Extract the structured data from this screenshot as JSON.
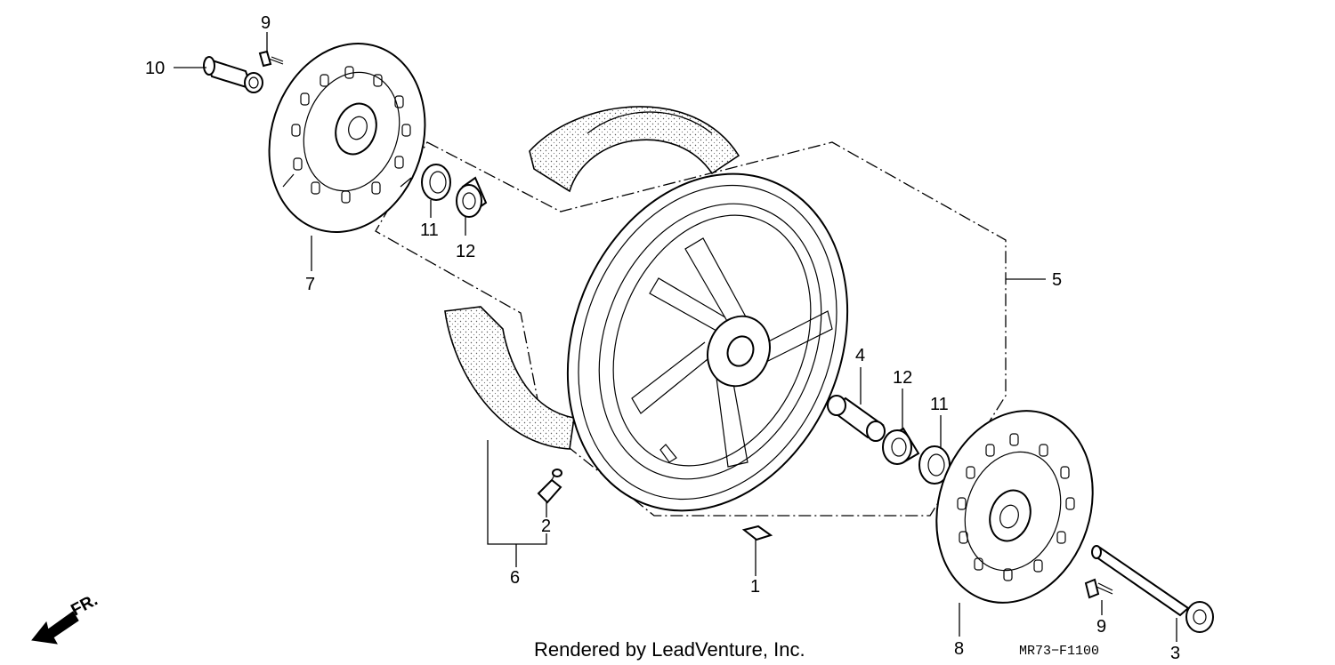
{
  "diagram": {
    "credit": "Rendered by LeadVenture, Inc.",
    "diagram_code": "MR73−F1100",
    "direction_label": "FR.",
    "direction_icon": "arrow-front-icon",
    "callouts": {
      "c1": "1",
      "c2": "2",
      "c3": "3",
      "c4": "4",
      "c5": "5",
      "c6": "6",
      "c7": "7",
      "c8": "8",
      "c9a": "9",
      "c9b": "9",
      "c10": "10",
      "c11a": "11",
      "c11b": "11",
      "c12a": "12",
      "c12b": "12"
    }
  }
}
